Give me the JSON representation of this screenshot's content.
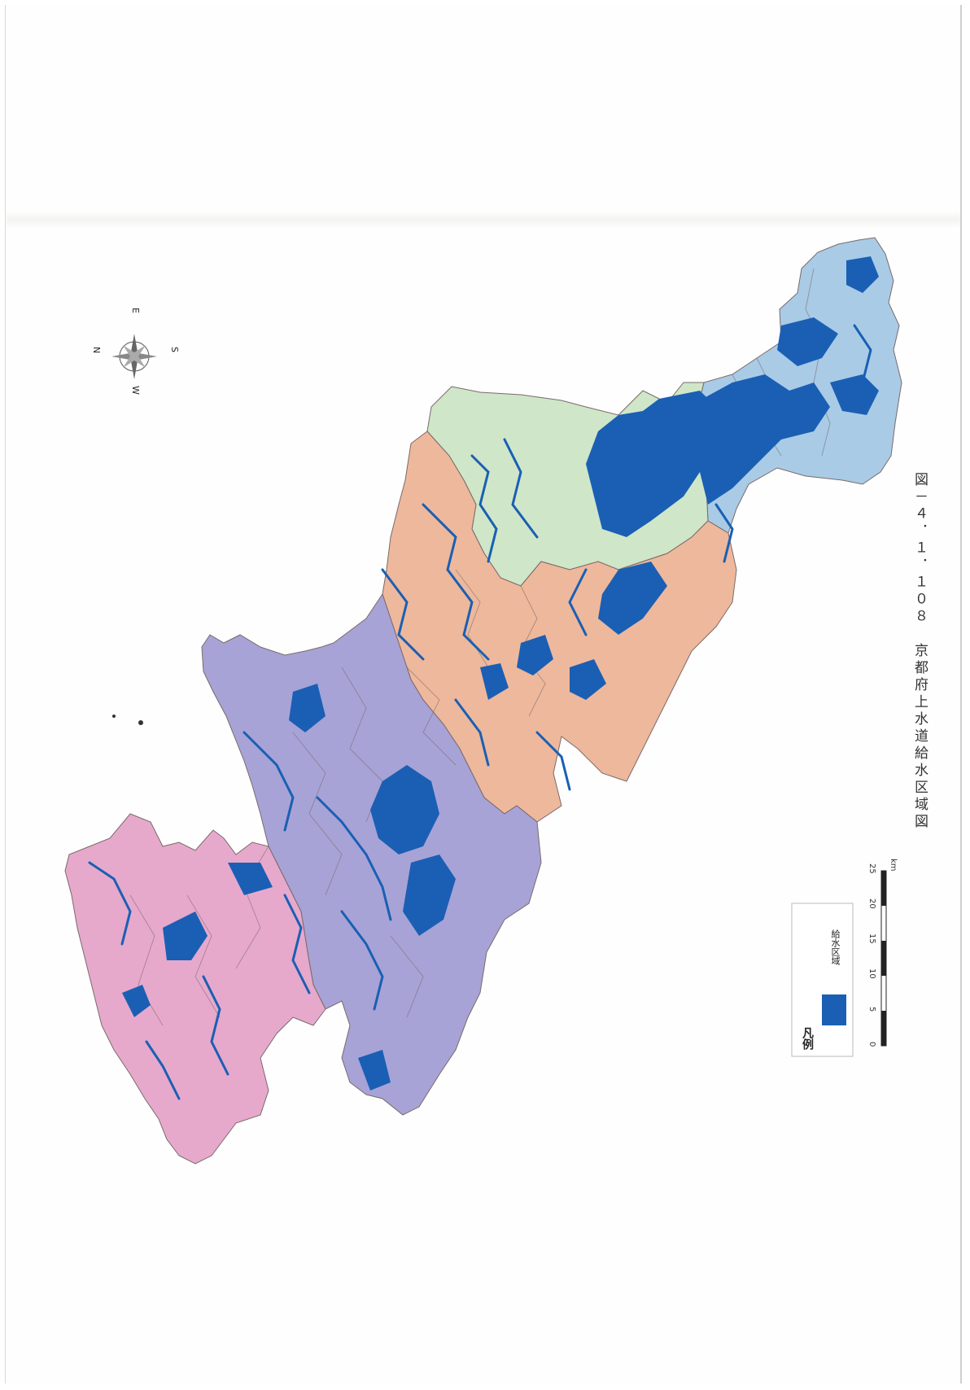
{
  "caption": "図－４．１．１０８　京都府上水道給水区域図",
  "legend": {
    "title": "凡例",
    "items": [
      {
        "label": "給水区域",
        "color": "#1a5fb4"
      }
    ]
  },
  "scale_bar": {
    "ticks": [
      "0",
      "5",
      "10",
      "15",
      "20",
      "25"
    ],
    "unit": "km"
  },
  "compass": {
    "labels": [
      "N",
      "E",
      "S",
      "W"
    ]
  },
  "colors": {
    "supply_area": "#1a5fb4",
    "region_south": "#a9cbe6",
    "region_green": "#cfe6c8",
    "region_orange": "#eeb89c",
    "region_purple": "#a7a3d6",
    "region_pink": "#e6a9cc",
    "boundary": "#7a6a6a"
  },
  "map": {
    "type": "choropleth",
    "subject": "water supply service area",
    "orientation": "rotated-90"
  }
}
